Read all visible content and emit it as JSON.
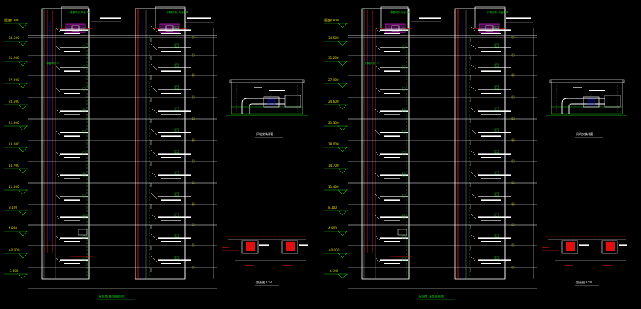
{
  "background": "#000000",
  "colors": {
    "white": "#ffffff",
    "green": "#18c418",
    "yellow": "#d8d800",
    "red": "#e01010",
    "magenta": "#c020c0",
    "blue": "#1010c8",
    "cyan": "#00b8b8",
    "gray": "#8a8a8a"
  },
  "sheets": [
    {
      "roof_label": "屋面",
      "floor_labels": [
        "37.800",
        "34.500",
        "31.200",
        "27.900",
        "24.600",
        "21.300",
        "18.000",
        "14.700",
        "11.400",
        "8.100",
        "4.800",
        "±0.000",
        "-3.600"
      ],
      "riser_note": "排烟风机 PY",
      "fan_note": "排烟风机 风量 kW",
      "title": "系统图 排烟系统图",
      "detail_title": "风机安装详图",
      "section_title": "剖面图 1:50"
    },
    {
      "roof_label": "屋面",
      "floor_labels": [
        "37.800",
        "34.500",
        "31.200",
        "27.900",
        "24.600",
        "21.300",
        "18.000",
        "14.700",
        "11.400",
        "8.100",
        "4.800",
        "±0.000",
        "-3.600"
      ],
      "riser_note": "排烟风机 PY",
      "fan_note": "排烟风机 风量 kW",
      "title": "系统图 排烟系统图",
      "detail_title": "风机安装详图",
      "section_title": "剖面图 1:50"
    }
  ]
}
